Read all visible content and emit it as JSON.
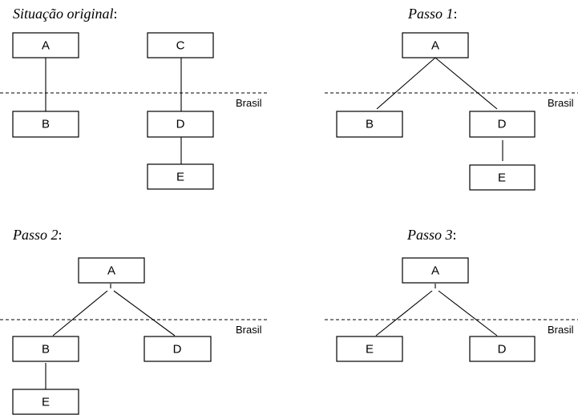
{
  "panels": [
    {
      "title": "Situação original",
      "colon": ":",
      "nodes": {
        "a": "A",
        "b": "B",
        "c": "C",
        "d": "D",
        "e": "E"
      },
      "border_label": "Brasil"
    },
    {
      "title": "Passo 1",
      "colon": ":",
      "nodes": {
        "a": "A",
        "b": "B",
        "d": "D",
        "e": "E"
      },
      "border_label": "Brasil"
    },
    {
      "title": "Passo 2",
      "colon": ":",
      "nodes": {
        "a": "A",
        "b": "B",
        "d": "D",
        "e": "E"
      },
      "border_label": "Brasil"
    },
    {
      "title": "Passo 3",
      "colon": ":",
      "nodes": {
        "a": "A",
        "e": "E",
        "d": "D"
      },
      "border_label": "Brasil"
    }
  ]
}
